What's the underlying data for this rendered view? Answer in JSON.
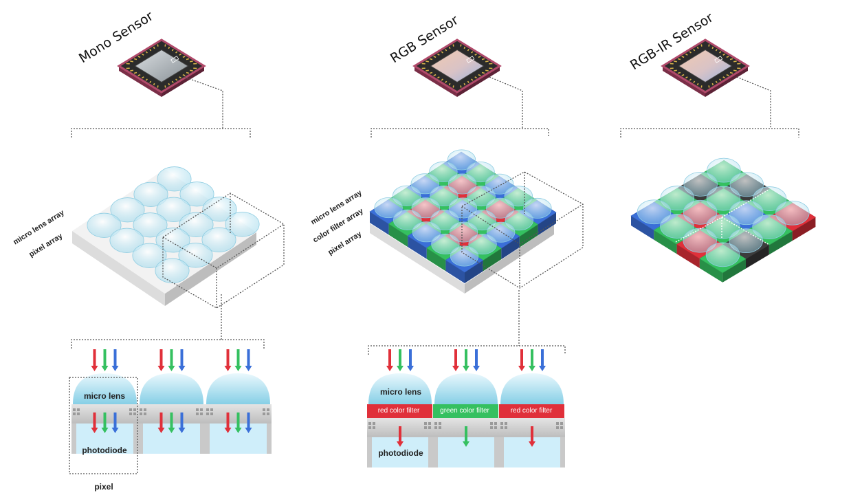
{
  "sensors": [
    {
      "title": "Mono Sensor",
      "layer_labels": [
        "micro lens array",
        "pixel array"
      ],
      "cross_section": {
        "micro_lens_label": "micro lens",
        "photodiode_label": "photodiode",
        "pixel_label": "pixel"
      }
    },
    {
      "title": "RGB Sensor",
      "layer_labels": [
        "micro lens array",
        "color filter array",
        "pixel array"
      ],
      "cross_section": {
        "micro_lens_label": "micro lens",
        "photodiode_label": "photodiode",
        "filters": [
          "red color filter",
          "green color filter",
          "red color filter"
        ]
      }
    },
    {
      "title": "RGB-IR Sensor"
    }
  ],
  "colors": {
    "red": "#e0303a",
    "green": "#35c060",
    "blue": "#3a6fd8",
    "ir": "#3c3c3c",
    "lens": "#bfe6f4",
    "chip_border": "#b04a6a"
  },
  "icons": {
    "light_arrows": "rgb-arrow-triplet-icon",
    "chip": "sensor-chip-icon"
  }
}
